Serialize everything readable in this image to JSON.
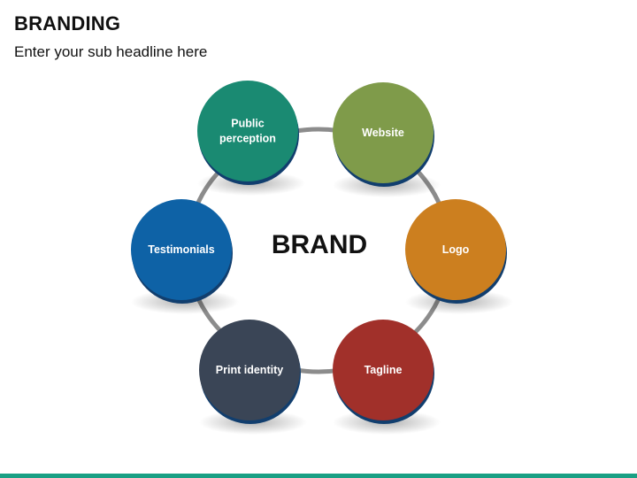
{
  "slide": {
    "title": "BRANDING",
    "subtitle": "Enter your sub headline here",
    "center": "BRAND"
  },
  "nodes": [
    {
      "id": "public-perception",
      "lines": [
        "Public",
        "perception"
      ],
      "color": "#1a8a72",
      "edge": "#113e6e"
    },
    {
      "id": "website",
      "lines": [
        "Website"
      ],
      "color": "#7f9b4a",
      "edge": "#113e6e"
    },
    {
      "id": "logo",
      "lines": [
        "Logo"
      ],
      "color": "#cc7f1f",
      "edge": "#113e6e"
    },
    {
      "id": "tagline",
      "lines": [
        "Tagline"
      ],
      "color": "#a1302a",
      "edge": "#113e6e"
    },
    {
      "id": "print-identity",
      "lines": [
        "Print identity"
      ],
      "color": "#3a4556",
      "edge": "#113e6e"
    },
    {
      "id": "testimonials",
      "lines": [
        "Testimonials"
      ],
      "color": "#0e62a6",
      "edge": "#113e6e"
    }
  ],
  "colors": {
    "ring": "#8c8c8c",
    "accent_bar": "#1aa084"
  }
}
